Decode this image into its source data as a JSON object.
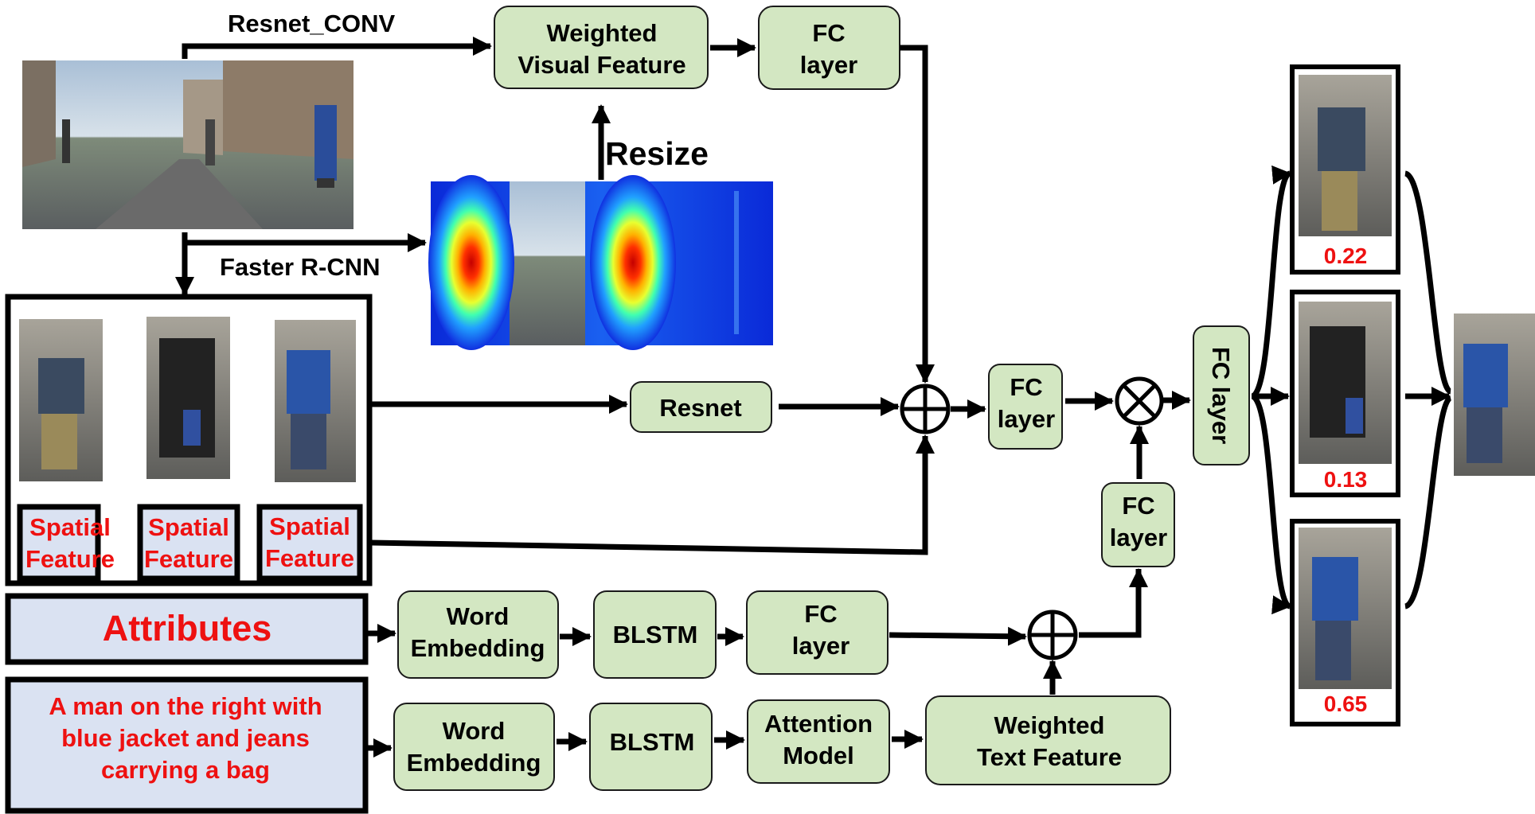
{
  "labels": {
    "resnet_conv": "Resnet_CONV",
    "faster_rcnn": "Faster R-CNN",
    "resize": "Resize"
  },
  "nodes": {
    "weighted_visual": [
      "Weighted",
      "Visual Feature"
    ],
    "fc_top": [
      "FC",
      "layer"
    ],
    "resnet": "Resnet",
    "fc_mid": [
      "FC",
      "layer"
    ],
    "fc_text": [
      "FC",
      "layer"
    ],
    "fc_vertical": "FC layer",
    "word_emb_1": [
      "Word",
      "Embedding"
    ],
    "blstm_1": "BLSTM",
    "fc_attr": [
      "FC",
      "layer"
    ],
    "word_emb_2": [
      "Word",
      "Embedding"
    ],
    "blstm_2": "BLSTM",
    "attention": [
      "Attention",
      "Model"
    ],
    "weighted_text": [
      "Weighted",
      "Text Feature"
    ]
  },
  "spatial_feature": [
    "Spatial",
    "Feature"
  ],
  "attributes_label": "Attributes",
  "sentence": [
    "A man on the right with",
    "blue jacket and jeans",
    "carrying a bag"
  ],
  "scores": [
    "0.22",
    "0.13",
    "0.65"
  ],
  "colors": {
    "node_fill": "#d3e7c2",
    "panel_fill": "#dae2f2",
    "text_red": "#ee1111"
  },
  "icons": {
    "sum": "circle-plus-icon",
    "product": "circle-times-icon"
  }
}
